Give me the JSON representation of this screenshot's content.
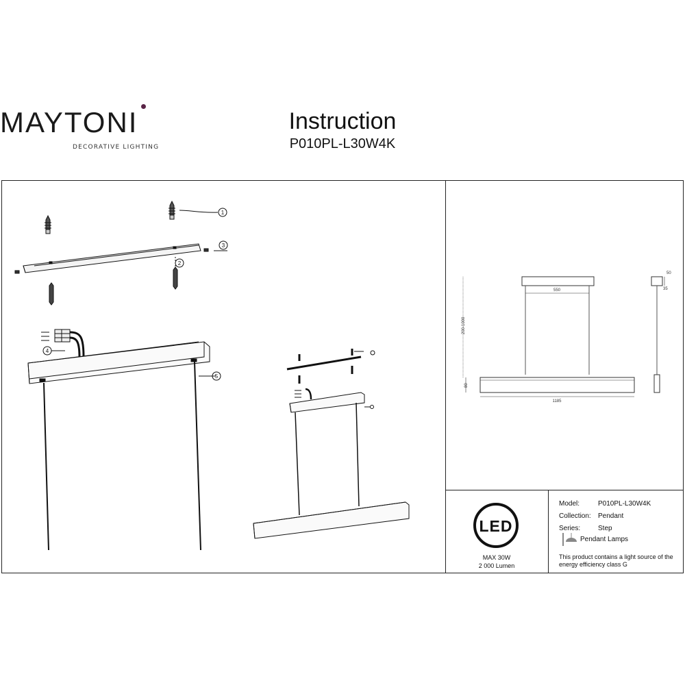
{
  "brand": {
    "name": "MAYTONI",
    "tagline": "DECORATIVE LIGHTING",
    "accent_color": "#5a2447"
  },
  "header": {
    "title": "Instruction",
    "model": "P010PL-L30W4K"
  },
  "callouts": [
    "1",
    "2",
    "3",
    "4",
    "5"
  ],
  "dimensions": {
    "width_canopy": "550",
    "width_bar": "1185",
    "cable_length": "200-1000",
    "bar_height": "80",
    "canopy_height": "50",
    "side_depth": "35"
  },
  "badge": {
    "label": "LED",
    "power": "MAX 30W",
    "lumen": "2 000 Lumen"
  },
  "specs": {
    "model_label": "Model:",
    "model_value": "P010PL-L30W4K",
    "collection_label": "Collection:",
    "collection_value": "Pendant",
    "series_label": "Series:",
    "series_value": "Step",
    "type_icon": "pendant-lamp-icon",
    "type_value": "Pendant Lamps",
    "energy_line1": "This product contains a light source of the",
    "energy_line2": "energy efficiency class G"
  }
}
